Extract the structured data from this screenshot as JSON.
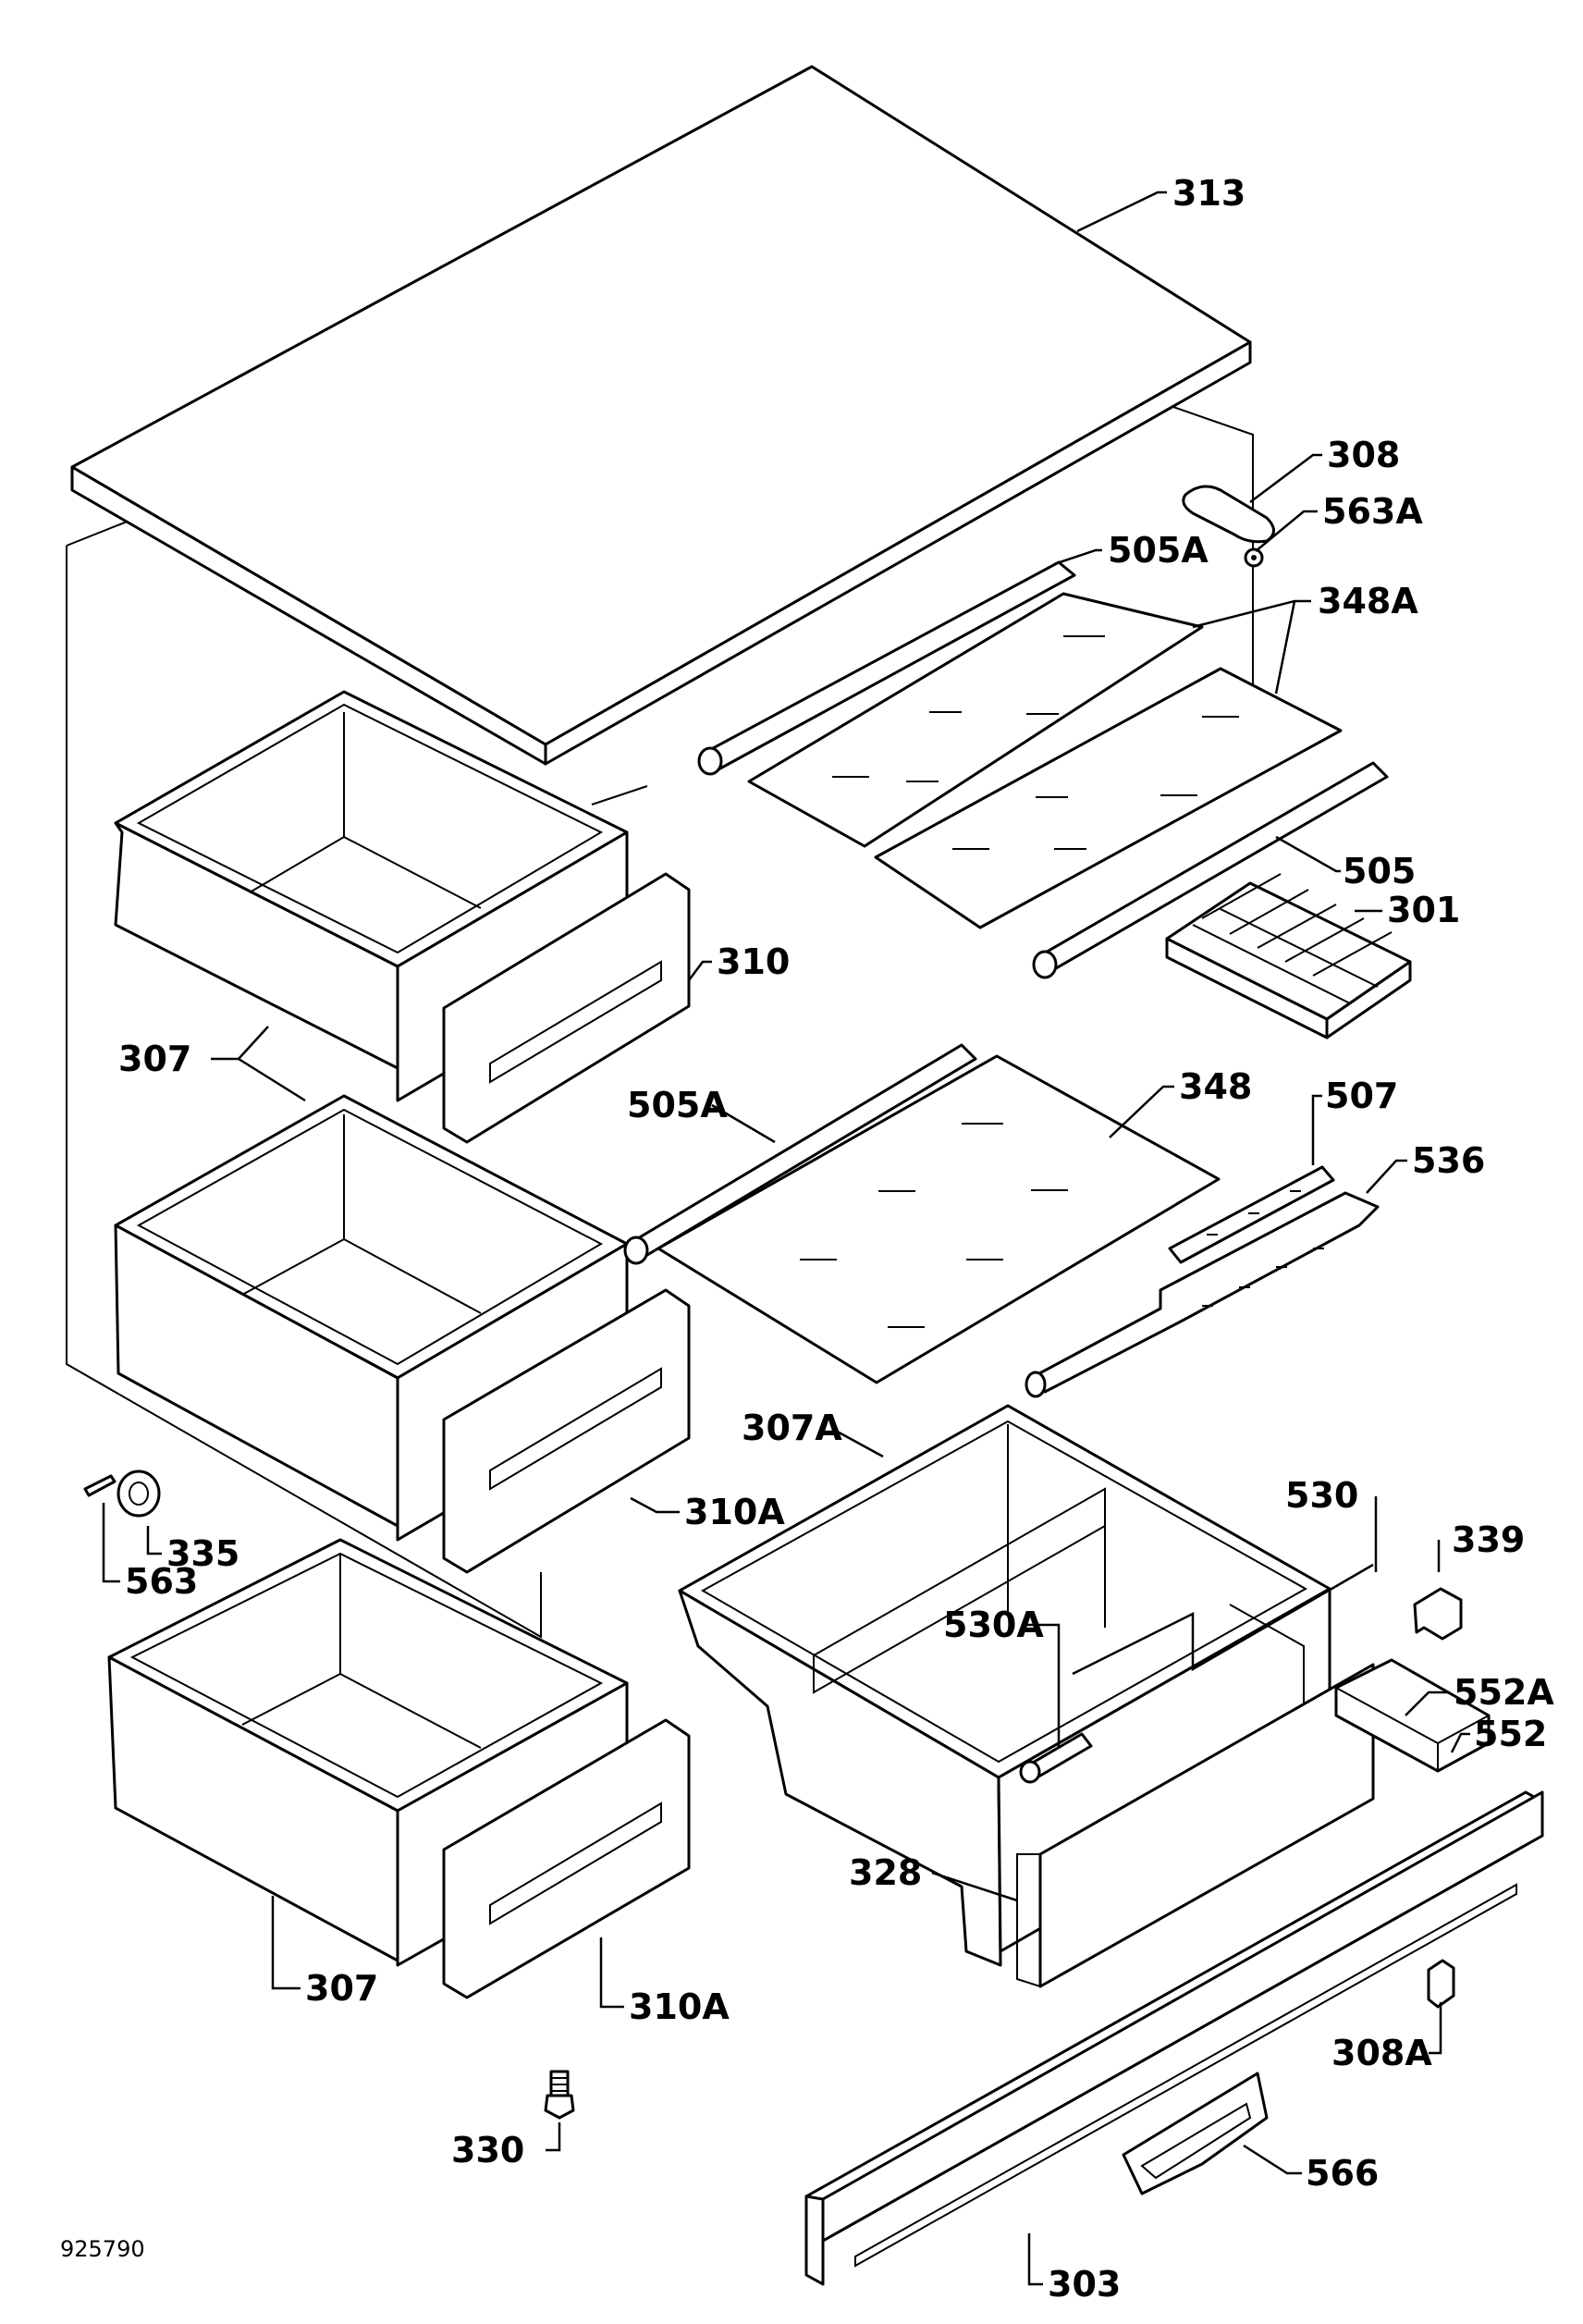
{
  "doc_code": "925790",
  "labels": {
    "l313": "313",
    "l308": "308",
    "l563A": "563A",
    "l505A_top": "505A",
    "l348A": "348A",
    "l505": "505",
    "l301": "301",
    "l310_top": "310",
    "l307_top": "307",
    "l505A_mid": "505A",
    "l348": "348",
    "l507": "507",
    "l536": "536",
    "l307A": "307A",
    "l530": "530",
    "l339": "339",
    "l335": "335",
    "l563": "563",
    "l310A_mid": "310A",
    "l530A": "530A",
    "l552A": "552A",
    "l552": "552",
    "l328": "328",
    "l307_bottom": "307",
    "l310A_bottom": "310A",
    "l308A": "308A",
    "l330": "330",
    "l566": "566",
    "l303": "303"
  }
}
